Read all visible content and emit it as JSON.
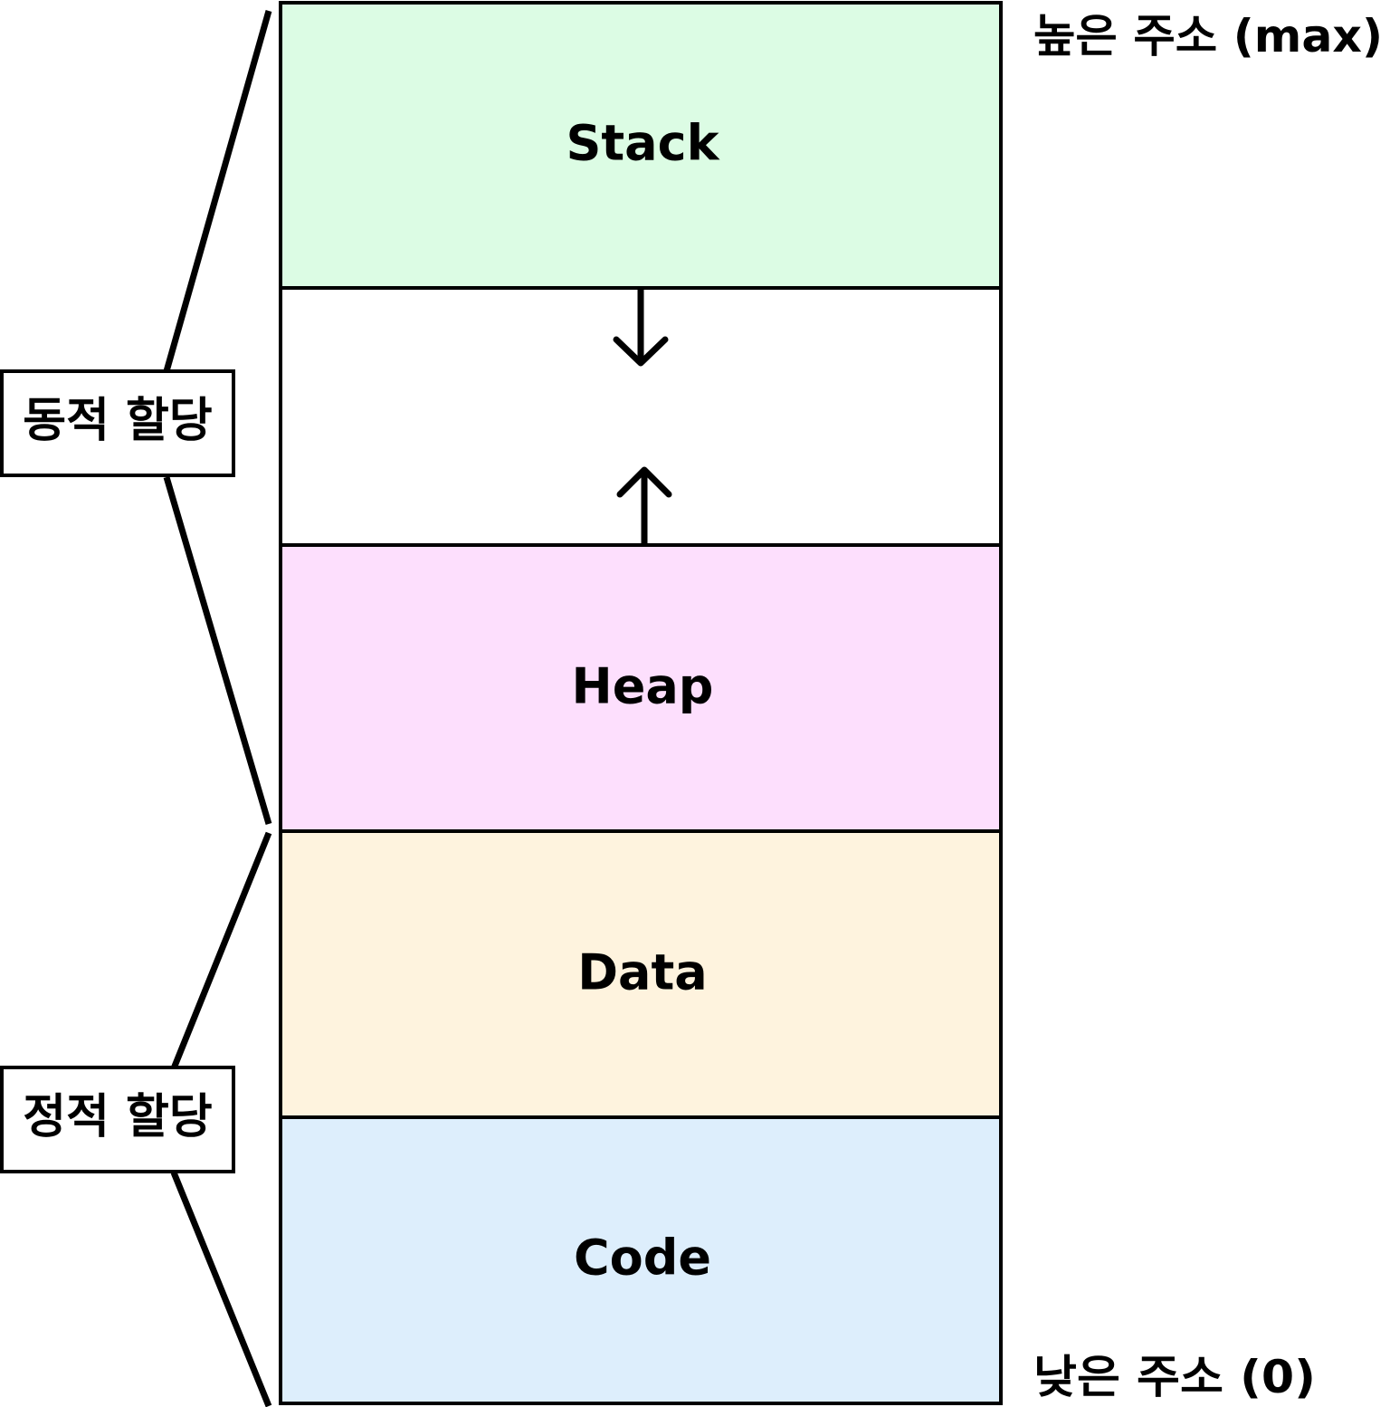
{
  "segments": [
    {
      "name": "stack",
      "label": "Stack",
      "fill": "#dcfce4"
    },
    {
      "name": "free",
      "label": "",
      "fill": "#ffffff"
    },
    {
      "name": "heap",
      "label": "Heap",
      "fill": "#fddffd"
    },
    {
      "name": "data",
      "label": "Data",
      "fill": "#fef3de"
    },
    {
      "name": "code",
      "label": "Code",
      "fill": "#ddeefc"
    }
  ],
  "groups": {
    "dynamic": {
      "label": "동적 할당"
    },
    "static": {
      "label": "정적 할당"
    }
  },
  "addresses": {
    "high": "높은 주소 (max)",
    "low": "낮은 주소 (0)"
  },
  "arrows": {
    "stack_growth": "down",
    "heap_growth": "up"
  },
  "colors": {
    "stroke": "#000000",
    "background": "#ffffff"
  }
}
